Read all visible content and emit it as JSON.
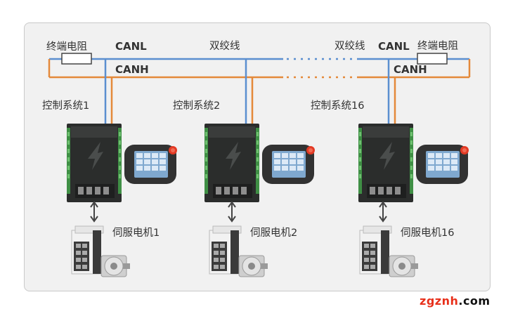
{
  "labels": {
    "resistor_left": "终端电阻",
    "resistor_right": "终端电阻",
    "canl_left": "CANL",
    "canl_right": "CANL",
    "canh_left": "CANH",
    "canh_right": "CANH",
    "twisted_pair_1": "双绞线",
    "twisted_pair_2": "双绞线"
  },
  "systems": [
    {
      "controller": "控制系统1",
      "servo": "伺服电机1"
    },
    {
      "controller": "控制系统2",
      "servo": "伺服电机2"
    },
    {
      "controller": "控制系统16",
      "servo": "伺服电机16"
    }
  ],
  "watermark": {
    "main": "zgznh",
    "suffix": ".com"
  },
  "colors": {
    "canl": "#5b8fd0",
    "canh": "#e4893a",
    "watermark_main": "#e8301b",
    "watermark_suffix": "#111111"
  }
}
